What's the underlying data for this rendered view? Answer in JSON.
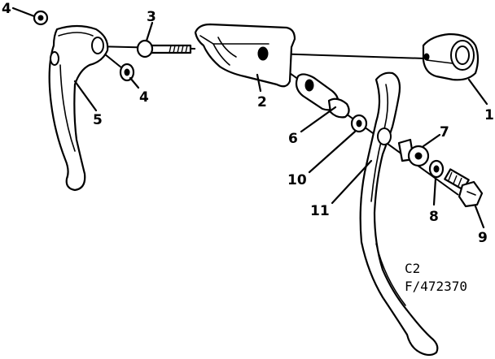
{
  "callouts": {
    "c1": "1",
    "c2": "2",
    "c3": "3",
    "c4_top": "4",
    "c4_mid": "4",
    "c5": "5",
    "c6": "6",
    "c7": "7",
    "c8": "8",
    "c9": "9",
    "c10": "10",
    "c11": "11"
  },
  "caption": {
    "line1": "C2",
    "line2": "F/472370"
  }
}
